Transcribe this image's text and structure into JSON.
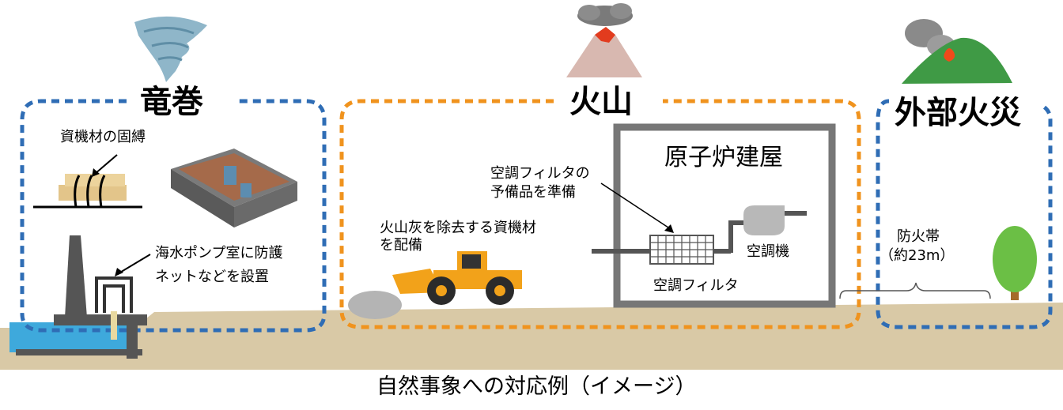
{
  "sections": {
    "tornado": {
      "title": "竜巻",
      "items": [
        "資機材の固縛",
        "海水ポンプ室に防護",
        "ネットなどを設置"
      ]
    },
    "volcano": {
      "title": "火山",
      "items": [
        "火山灰を除去する資機材",
        "を配備",
        "空調フィルタの",
        "予備品を準備"
      ]
    },
    "fire": {
      "title": "外部火災",
      "items": [
        "防火帯",
        "（約23m）"
      ]
    }
  },
  "building": {
    "title": "原子炉建屋",
    "ac_label": "空調機",
    "filter_label": "空調フィルタ"
  },
  "caption": "自然事象への対応例（イメージ）",
  "colors": {
    "tornado_border": "#2f6db5",
    "volcano_border": "#f0931e",
    "fire_border": "#2f6db5",
    "ground": "#d9c9a6",
    "water": "#3ea9dc"
  }
}
